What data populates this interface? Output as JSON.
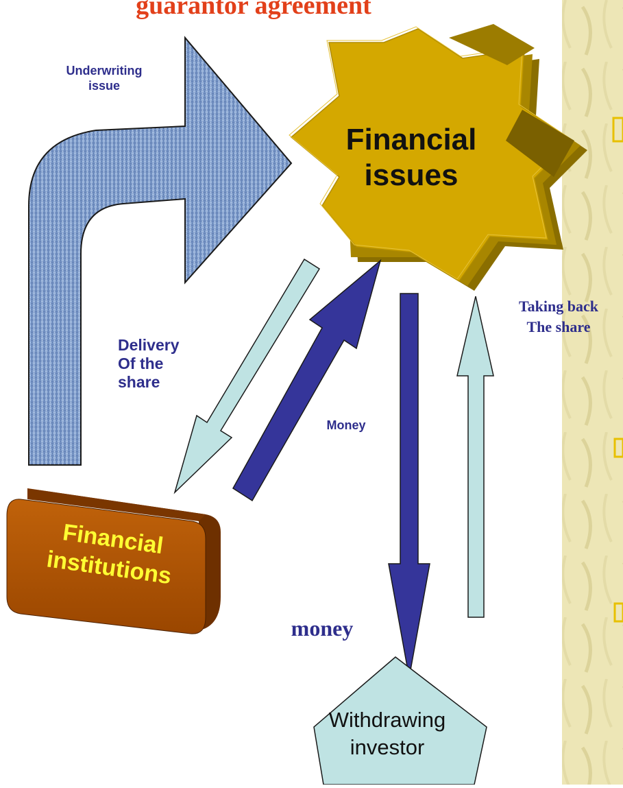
{
  "title": "guarantor agreement",
  "labels": {
    "underwriting": "Underwriting\nissue",
    "financial_issues": "Financial\nissues",
    "delivery": "Delivery\nOf the\nshare",
    "money_small": "Money",
    "taking_back": "Taking back\nThe share",
    "money_large": "money",
    "financial_institutions": "Financial\ninstitutions",
    "withdrawing_investor": "Withdrawing\ninvestor"
  },
  "colors": {
    "title": "#e2401a",
    "label_blue": "#2e2e8c",
    "star_gold": "#d4a800",
    "star_dark": "#8a6e00",
    "arrow_dark": "#35359a",
    "arrow_light": "#bfe3e3",
    "box_brown": "#a84e00",
    "box_text": "#ffff33",
    "pentagon": "#bfe3e3",
    "texture_blue": "#7a98c8",
    "side_panel": "#efe8b8"
  }
}
